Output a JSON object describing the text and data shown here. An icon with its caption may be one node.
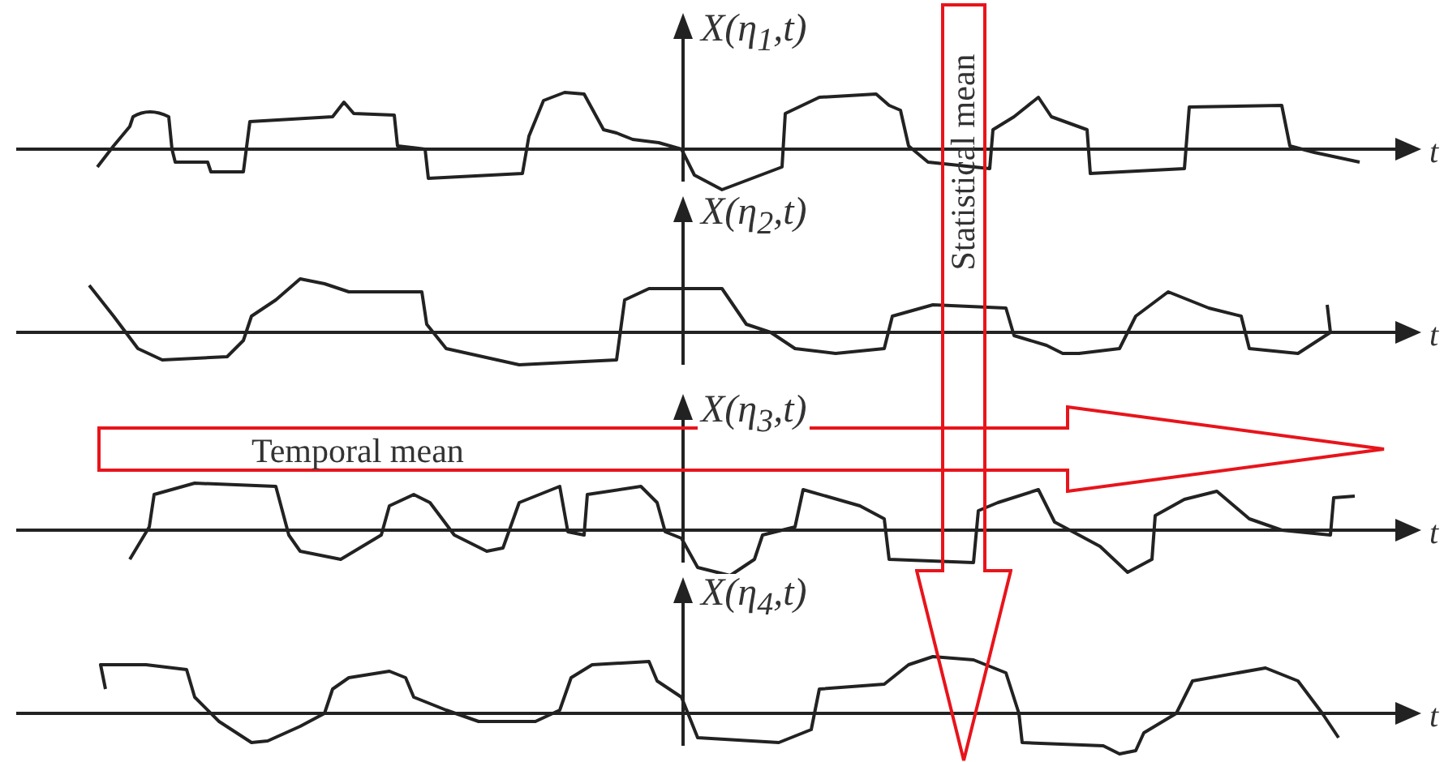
{
  "diagram": {
    "nodes": [
      {
        "text": [
          "Temporal mean"
        ]
      },
      {
        "text": [
          "Statistical mean"
        ]
      }
    ],
    "edges": [],
    "labels": [
      "X(η$_{1}$,t)",
      "t",
      "X(η$_{2}$,t)",
      "t",
      "X(η$_{3}$,t)",
      "t",
      "X(η$_{4}$,t)",
      "t"
    ]
  }
}
